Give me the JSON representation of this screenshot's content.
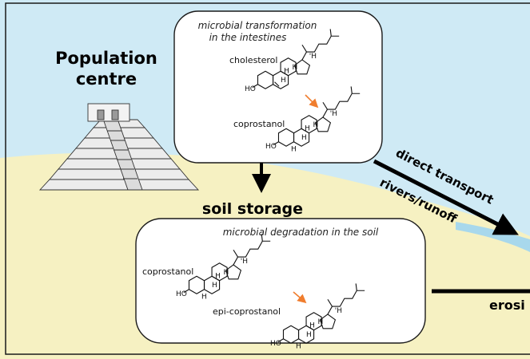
{
  "colors": {
    "sky": "#cfeaf5",
    "ground": "#f6f1c2",
    "reaction_arrow": "#f07d2e",
    "frame": "#1a1a1a",
    "pyramid": "#ececec"
  },
  "labels": {
    "population_centre_line1": "Population",
    "population_centre_line2": "centre",
    "soil_storage": "soil storage",
    "direct_transport": "direct transport",
    "rivers_runoff": "rivers/runoff",
    "erosion": "erosi"
  },
  "intestine_box": {
    "title_line1": "microbial transformation",
    "title_line2": "in the intestines",
    "compound_a": "cholesterol",
    "compound_b": "coprostanol"
  },
  "soil_box": {
    "title": "microbial degradation in the soil",
    "compound_a": "coprostanol",
    "compound_b": "epi-coprostanol"
  },
  "atoms": {
    "h": "H",
    "h_sidechain": "'H",
    "ho": "HO"
  }
}
